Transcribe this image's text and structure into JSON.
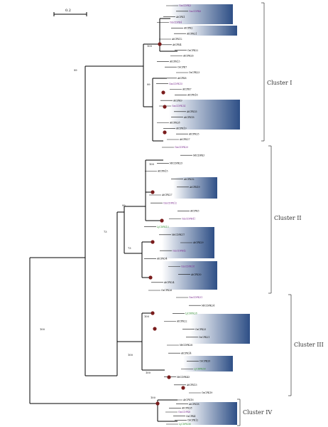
{
  "scale": {
    "label": "0.2"
  },
  "clusters": [
    "Cluster I",
    "Cluster II",
    "Cluster III",
    "Cluster IV"
  ],
  "bootstrap": [
    "99",
    "73",
    "100",
    "100",
    "99",
    "100",
    "99",
    "100",
    "73",
    "100",
    "100",
    "100"
  ],
  "leaves": {
    "c1": [
      "GmCDPK3",
      "GmCDPK6",
      "AtCPK1",
      "GmCDPK4",
      "AtCPK2",
      "AtCPK21",
      "AtCPK12",
      "AtCPK4",
      "OsCPK22",
      "AtCPK26",
      "AtCPK13",
      "OsCPK7",
      "OsCPK23",
      "AtCPK8",
      "GmCDPK15",
      "AtCPK7",
      "AtCPK16",
      "AtCPK9",
      "GmCDPK14",
      "AtCPK33",
      "AtCPK18",
      "AtCPK28",
      "AtCPK19",
      "AtCPK25",
      "AtCPK27"
    ],
    "c2": [
      "GmCDPK20",
      "MtCDPK3",
      "MtCDPK25",
      "AtCPK15",
      "AtCPK32",
      "AtCPK19",
      "AtCPK27",
      "GmCDPK12",
      "AtCPK3",
      "GmCDPK41",
      "LjCDPK13",
      "MtCDPK17",
      "AtCPK29",
      "GmCDPK42",
      "AtCPK34",
      "GmCDPK18",
      "AtCPK30",
      "AtCPK24",
      "OsCPK26"
    ],
    "c3": [
      "GmCDPK31",
      "MtCDPK24",
      "LjCDPK28",
      "AtCPK22",
      "OsCPK25",
      "OsCPK21",
      "MtCDPK28",
      "AtCPK14",
      "OsCPK20",
      "LjCDPK30",
      "MtCDPK43",
      "AtCPK13",
      "OsCPK19"
    ],
    "c4": [
      "AtCPK16",
      "AtCPK18",
      "AtCPK28",
      "GmCDPK8",
      "OsCPK4",
      "OsCPK12",
      "LjCDPK36"
    ]
  }
}
